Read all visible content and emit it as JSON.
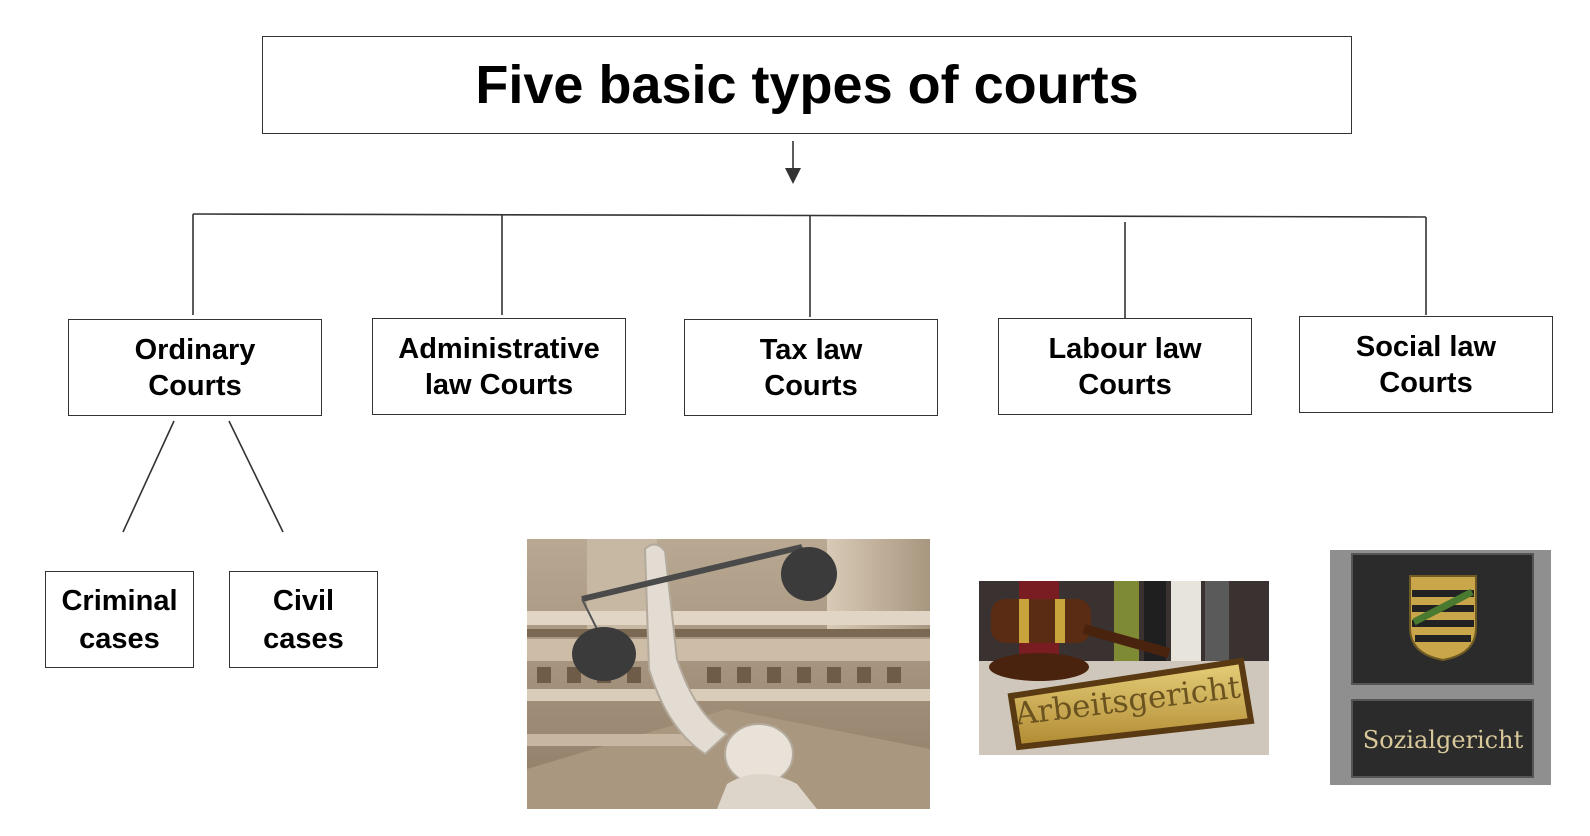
{
  "diagram": {
    "title": "Five basic types of courts",
    "courts": [
      {
        "id": "ordinary",
        "label": "Ordinary\nCourts"
      },
      {
        "id": "administrative",
        "label": "Administrative\nlaw Courts"
      },
      {
        "id": "tax",
        "label": "Tax law\nCourts"
      },
      {
        "id": "labour",
        "label": "Labour law\nCourts"
      },
      {
        "id": "social",
        "label": "Social law\nCourts"
      }
    ],
    "ordinary_children": [
      {
        "id": "criminal",
        "label": "Criminal\ncases"
      },
      {
        "id": "civil",
        "label": "Civil\ncases"
      }
    ]
  },
  "photos": {
    "labour_sign_text": "Arbeitsgericht",
    "social_sign_text": "Sozialgericht"
  },
  "colors": {
    "line": "#333333",
    "box_border": "#333333",
    "brass_plate": "#c9a94a",
    "dark_sign": "#2b2b2b"
  }
}
